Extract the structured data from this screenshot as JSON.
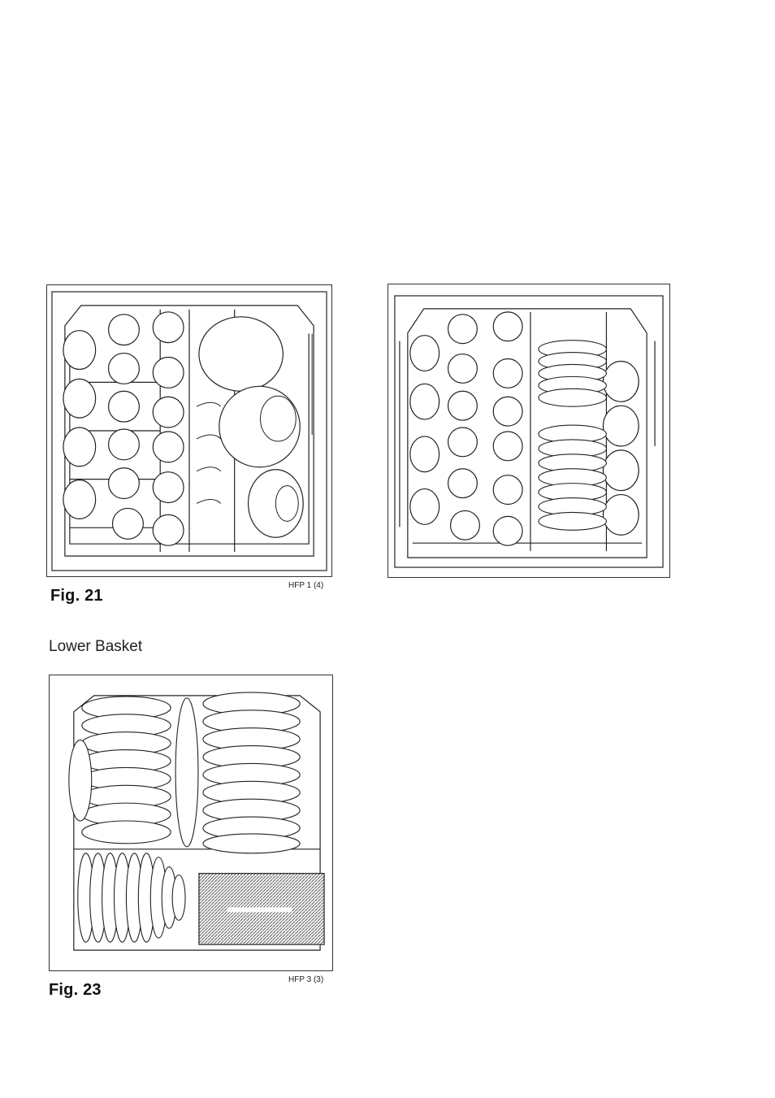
{
  "figures": [
    {
      "id": "fig21",
      "caption": "Fig. 21",
      "reference": "HFP 1 (4)"
    },
    {
      "id": "fig22"
    },
    {
      "id": "fig23",
      "caption": "Fig. 23",
      "reference": "HFP 3 (3)"
    }
  ],
  "sections": {
    "lower_basket_heading": "Lower Basket"
  },
  "colors": {
    "line": "#222222",
    "paper": "#ffffff",
    "hatch": "#555555"
  }
}
